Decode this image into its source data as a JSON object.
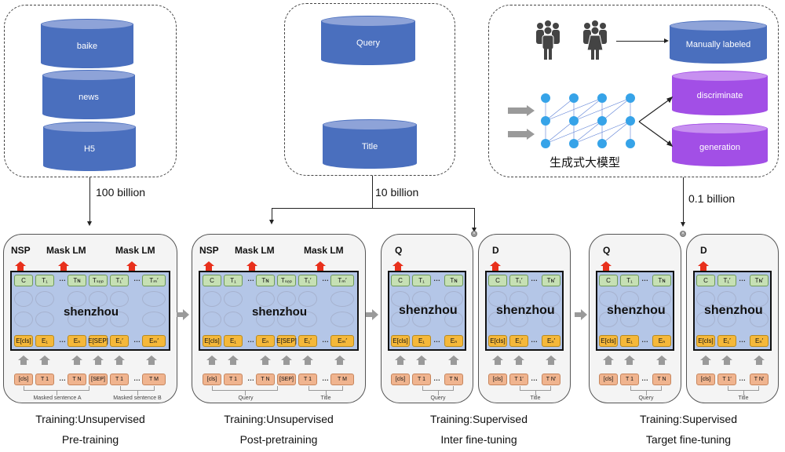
{
  "sources": {
    "pretrain": {
      "databases": [
        "baike",
        "news",
        "H5"
      ],
      "flow_label": "100 billion"
    },
    "posttrain": {
      "databases": [
        "Query",
        "Title"
      ],
      "flow_label": "10 billion"
    },
    "target": {
      "databases": [
        "Manually labeled",
        "discriminate",
        "generation"
      ],
      "model_label": "生成式大模型",
      "flow_label": "0.1 billion",
      "icons": [
        "people-group-male-icon",
        "people-group-female-icon",
        "neural-network-icon"
      ]
    }
  },
  "model_name": "shenzhou",
  "stages": [
    {
      "heads": [
        "NSP",
        "Mask LM",
        "Mask LM"
      ],
      "output_tokens": [
        "C",
        "T₁",
        "…",
        "Tɴ",
        "Tₛₑₚ",
        "T₁′",
        "…",
        "Tₘ′"
      ],
      "embed_tokens": [
        "E[cls]",
        "E₁",
        "…",
        "Eₙ",
        "E[SEP]",
        "E₁′",
        "…",
        "Eₘ′"
      ],
      "input_tokens": [
        "[cls]",
        "T 1",
        "…",
        "T N",
        "[SEP]",
        "T 1",
        "…",
        "T M"
      ],
      "segments": [
        "Masked sentence A",
        "Masked sentence B"
      ],
      "training": "Training:Unsupervised",
      "phase": "Pre-training"
    },
    {
      "heads": [
        "NSP",
        "Mask LM",
        "Mask LM"
      ],
      "output_tokens": [
        "C",
        "T₁",
        "…",
        "Tɴ",
        "Tₛₑₚ",
        "T₁′",
        "…",
        "Tₘ′"
      ],
      "embed_tokens": [
        "E[cls]",
        "E₁",
        "…",
        "Eₙ",
        "E[SEP]",
        "E₁′",
        "…",
        "Eₘ′"
      ],
      "input_tokens": [
        "[cls]",
        "T 1",
        "…",
        "T N",
        "[SEP]",
        "T 1",
        "…",
        "T M"
      ],
      "segments": [
        "Query",
        "Title"
      ],
      "training": "Training:Unsupervised",
      "phase": "Post-pretraining"
    },
    {
      "towers": [
        {
          "head": "Q",
          "output_tokens": [
            "C",
            "T₁",
            "…",
            "Tɴ"
          ],
          "embed_tokens": [
            "E[cls]",
            "E₁",
            "…",
            "Eₙ"
          ],
          "input_tokens": [
            "[cls]",
            "T 1",
            "…",
            "T N"
          ],
          "segment": "Query"
        },
        {
          "head": "D",
          "output_tokens": [
            "C",
            "T₁′",
            "…",
            "Tɴ′"
          ],
          "embed_tokens": [
            "E[cls]",
            "E₁′",
            "…",
            "Eₙ′"
          ],
          "input_tokens": [
            "[cls]",
            "T 1′",
            "…",
            "T N′"
          ],
          "segment": "Title"
        }
      ],
      "training": "Training:Supervised",
      "phase": "Inter fine-tuning"
    },
    {
      "towers": [
        {
          "head": "Q",
          "output_tokens": [
            "C",
            "T₁",
            "…",
            "Tɴ"
          ],
          "embed_tokens": [
            "E[cls]",
            "E₁",
            "…",
            "Eₙ"
          ],
          "input_tokens": [
            "[cls]",
            "T 1",
            "…",
            "T N"
          ],
          "segment": "Query"
        },
        {
          "head": "D",
          "output_tokens": [
            "C",
            "T₁′",
            "…",
            "Tɴ′"
          ],
          "embed_tokens": [
            "E[cls]",
            "E₁′",
            "…",
            "Eₙ′"
          ],
          "input_tokens": [
            "[cls]",
            "T 1′",
            "…",
            "T N′"
          ],
          "segment": "Title"
        }
      ],
      "training": "Training:Supervised",
      "phase": "Target fine-tuning"
    }
  ],
  "colors": {
    "db_blue": "#4a6fbe",
    "db_purple": "#a24fe6",
    "model_fill": "#b4c6e7",
    "head_arrow": "#e8301c",
    "output_token": "#c6e0b4",
    "embed_token": "#f5b83a",
    "input_token": "#f0b48f",
    "nn_node": "#36a3e8"
  }
}
